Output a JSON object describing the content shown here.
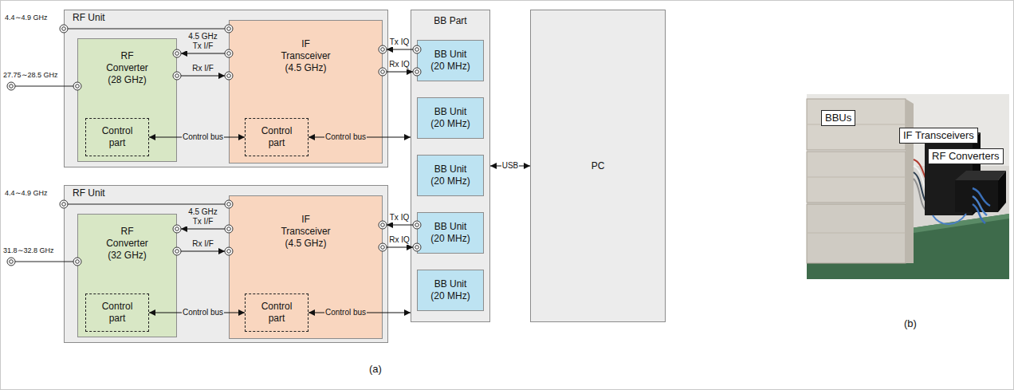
{
  "diagram": {
    "nodes": [
      {
        "text": [
          "RF Unit"
        ]
      },
      {
        "text": [
          "RF Converter (28 GHz)"
        ],
        "in": 0
      },
      {
        "text": [
          "Control part"
        ],
        "in": 1
      },
      {
        "text": [
          "IF Transceiver (4.5 GHz)"
        ],
        "in": 0
      },
      {
        "text": [
          "Control part"
        ],
        "in": 3
      },
      {
        "text": [
          "RF Unit"
        ]
      },
      {
        "text": [
          "RF Converter (32 GHz)"
        ],
        "in": 5
      },
      {
        "text": [
          "Control part"
        ],
        "in": 6
      },
      {
        "text": [
          "IF Transceiver (4.5 GHz)"
        ],
        "in": 5
      },
      {
        "text": [
          "Control part"
        ],
        "in": 8
      },
      {
        "text": [
          "BB Part"
        ]
      },
      {
        "text": [
          "BB Unit (20 MHz)"
        ],
        "in": 10
      },
      {
        "text": [
          "BB Unit (20 MHz)"
        ],
        "in": 10
      },
      {
        "text": [
          "BB Unit (20 MHz)"
        ],
        "in": 10
      },
      {
        "text": [
          "BB Unit (20 MHz)"
        ],
        "in": 10
      },
      {
        "text": [
          "BB Unit (20 MHz)"
        ],
        "in": 10
      },
      {
        "text": [
          "PC"
        ]
      },
      {
        "text": [
          "BBUs"
        ]
      },
      {
        "text": [
          "IF Transceivers"
        ]
      },
      {
        "text": [
          "RF Converters"
        ]
      }
    ],
    "edges": [
      {
        "from": 3,
        "to": 1,
        "arrow": "to",
        "label": "4.5 GHz Tx I/F"
      },
      {
        "from": 1,
        "to": 3,
        "arrow": "to",
        "label": "Rx I/F"
      },
      {
        "from": 2,
        "to": 4,
        "arrow": "both",
        "label": "Control bus"
      },
      {
        "from": 4,
        "to": 10,
        "arrow": "both",
        "label": "Control bus"
      },
      {
        "from": 11,
        "to": 3,
        "arrow": "to",
        "label": "Tx IQ"
      },
      {
        "from": 3,
        "to": 11,
        "arrow": "to",
        "label": "Rx IQ"
      },
      {
        "from": 8,
        "to": 6,
        "arrow": "to",
        "label": "4.5 GHz Tx I/F"
      },
      {
        "from": 6,
        "to": 8,
        "arrow": "to",
        "label": "Rx I/F"
      },
      {
        "from": 7,
        "to": 9,
        "arrow": "both",
        "label": "Control bus"
      },
      {
        "from": 9,
        "to": 10,
        "arrow": "both",
        "label": "Control bus"
      },
      {
        "from": 14,
        "to": 8,
        "arrow": "to",
        "label": "Tx IQ"
      },
      {
        "from": 8,
        "to": 14,
        "arrow": "to",
        "label": "Rx IQ"
      },
      {
        "from": 10,
        "to": 16,
        "arrow": "both",
        "label": "USB"
      }
    ],
    "labels": [
      "4.4∼4.9 GHz",
      "27.75∼28.5 GHz",
      "4.4∼4.9 GHz",
      "31.8∼32.8 GHz",
      "(a)",
      "(b)"
    ]
  }
}
